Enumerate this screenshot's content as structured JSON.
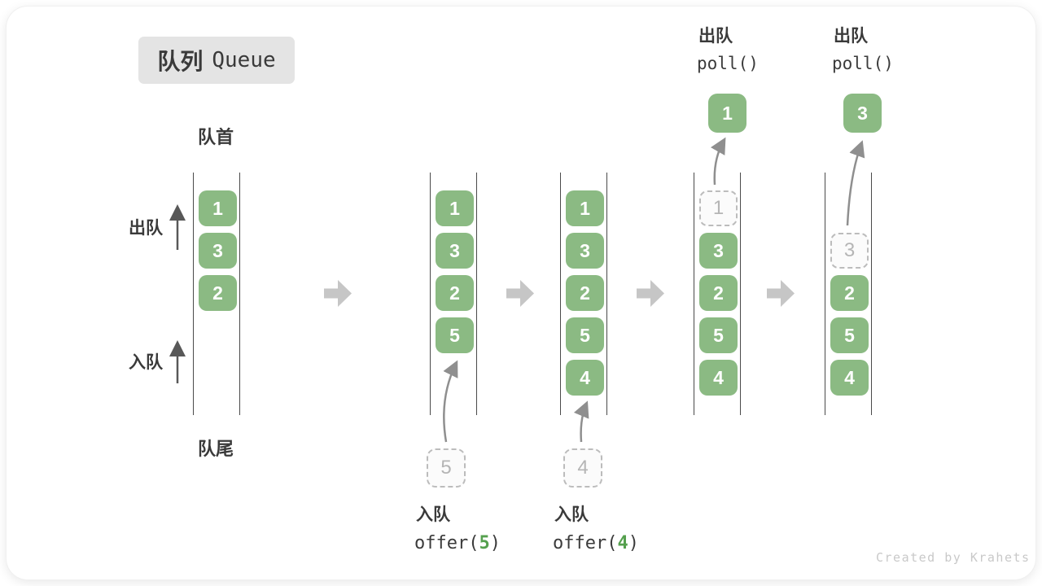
{
  "title": {
    "zh": "队列",
    "en": "Queue"
  },
  "labels": {
    "front": "队首",
    "rear": "队尾",
    "dequeue": "出队",
    "enqueue": "入队"
  },
  "states": [
    {
      "name": "initial",
      "boxes": [
        "1",
        "3",
        "2"
      ]
    },
    {
      "name": "after-offer-5",
      "boxes": [
        "1",
        "3",
        "2",
        "5"
      ],
      "incoming": "5"
    },
    {
      "name": "after-offer-4",
      "boxes": [
        "1",
        "3",
        "2",
        "5",
        "4"
      ],
      "incoming": "4"
    },
    {
      "name": "poll-first",
      "removed": "1",
      "boxes": [
        "3",
        "2",
        "5",
        "4"
      ],
      "op_zh": "出队",
      "op_code": "poll()"
    },
    {
      "name": "poll-second",
      "removed": "3",
      "boxes": [
        "2",
        "5",
        "4"
      ],
      "op_zh": "出队",
      "op_code": "poll()"
    }
  ],
  "ops": [
    {
      "zh": "入队",
      "code_prefix": "offer(",
      "arg": "5",
      "code_suffix": ")"
    },
    {
      "zh": "入队",
      "code_prefix": "offer(",
      "arg": "4",
      "code_suffix": ")"
    }
  ],
  "watermark": "Created by Krahets",
  "colors": {
    "box_green": "#8bba83",
    "arg_green": "#55a04e",
    "rail_dark": "#4a4a4a",
    "block_arrow_gray": "#c6c6c6",
    "curved_arrow_gray": "#8f8f8f",
    "dashed_gray": "#bcbcbc",
    "title_bg": "#e4e4e4",
    "text_dark": "#3a3a3a"
  }
}
